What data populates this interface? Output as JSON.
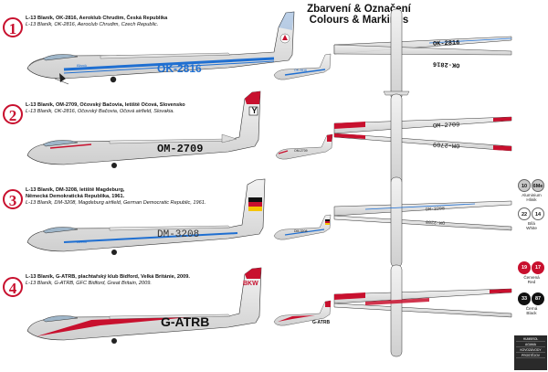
{
  "title": {
    "line1": "Zbarvení & Označení",
    "line2": "Colours & Markings"
  },
  "schemes": [
    {
      "number": "1",
      "caption_cz": "L-13 Blaník, OK-2816, Aeroklub Chrudim, Česká Republika",
      "caption_en": "L-13 Blaník, OK-2816, Aeroclub Chrudim, Czech Republic.",
      "registration": "OK-2816",
      "nose_label": "Blaník"
    },
    {
      "number": "2",
      "caption_cz": "L-13 Blaník, OM-2709, Očovský Bačovia, letiště Očová, Slovensko",
      "caption_en": "L-13 Blaník, OK-2816, Očovský Bačovia, Očová airfield, Slovakia.",
      "registration": "OM-2709",
      "fin_letter": "Y"
    },
    {
      "number": "3",
      "caption_cz": "L-13 Blaník, DM-3208, letiště Magdeburg,",
      "caption_cz2": "Německá Demokratická Republika, 1961.",
      "caption_en": "L-13 Blaník, DM-3208, Magdeburg airfield, German Democratic Republic, 1961.",
      "registration": "DM-3208",
      "nose_label": "Blaník"
    },
    {
      "number": "4",
      "caption_cz": "L-13 Blaník, G-ATRB, plachtařský klub Bidford, Velká Británie, 2009.",
      "caption_en": "L-13 Blaník, G-ATRB, GFC Bidford, Great Britain, 2009.",
      "registration": "G-ATRB",
      "fin_text": "BKW"
    }
  ],
  "topviews": {
    "r1_top": "OK-2816",
    "r1_bottom": "OK-2816",
    "r2_top": "OM-2709",
    "r2_bottom": "OM-2709",
    "r3_top": "DM-3208",
    "r3_bottom": "DM-3208"
  },
  "small_side": {
    "r1": "OK-2816",
    "r2": "OM-2709",
    "r3": "DM-3208",
    "r4": "G-ATRB"
  },
  "colour_legend": [
    {
      "code_a": "10",
      "code_b": "6Me",
      "name_cz": "Aluminium",
      "name_en": "Hlinik",
      "color": "#c9c9c9"
    },
    {
      "code_a": "22",
      "code_b": "14",
      "name_cz": "Bílá",
      "name_en": "White",
      "color": "#ffffff"
    },
    {
      "code_a": "19",
      "code_b": "17",
      "name_cz": "Červená",
      "name_en": "Red",
      "color": "#c8102e"
    },
    {
      "code_a": "33",
      "code_b": "87",
      "name_cz": "Černá",
      "name_en": "Black",
      "color": "#111111"
    }
  ],
  "publisher": {
    "line1": "HUMBROL",
    "line2": "AGAMA",
    "line3": "KOVOZÁVODY",
    "line4": "PROSTĚJOV"
  },
  "colors": {
    "red": "#c8102e",
    "blue": "#1f6fd1",
    "black": "#111111",
    "aluminium": "#d8d8d8"
  }
}
